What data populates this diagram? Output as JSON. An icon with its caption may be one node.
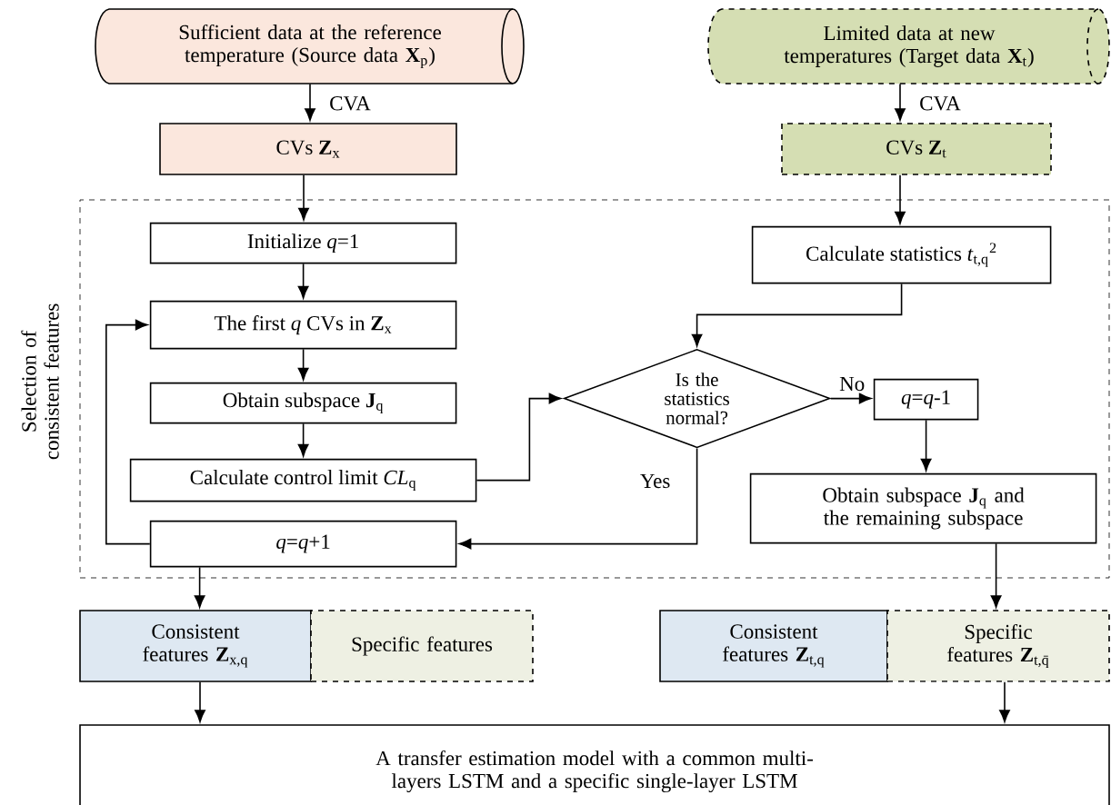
{
  "diagram": {
    "nodes": [
      {
        "text": [
          "Sufficient data at the reference temperature (Source data **X**$_{p}$)"
        ]
      },
      {
        "text": [
          "Limited data at new temperatures (Target data **X**$_{t}$)"
        ]
      },
      {
        "text": [
          "CVs **Z**$_{x}$"
        ]
      },
      {
        "text": [
          "CVs **Z**$_{t}$"
        ]
      },
      {
        "text": [
          "Selection of consistent features"
        ]
      },
      {
        "text": [
          "Initialize *q*=1"
        ],
        "in": 4
      },
      {
        "text": [
          "The first *q* CVs in **Z**$_{x}$"
        ],
        "in": 4
      },
      {
        "text": [
          "Obtain subspace **J**$_{q}$"
        ],
        "in": 4
      },
      {
        "text": [
          "Calculate control limit *CL*$_{q}$"
        ],
        "in": 4
      },
      {
        "text": [
          "*q*=*q*+1"
        ],
        "in": 4
      },
      {
        "text": [
          "Calculate statistics *t*$_{t,q}$$^{2}$"
        ],
        "in": 4
      },
      {
        "text": [
          "Is the statistics normal?"
        ],
        "in": 4
      },
      {
        "text": [
          "*q*=*q*-1"
        ],
        "in": 4
      },
      {
        "text": [
          "Obtain subspace **J**$_{q}$ and the remaining subspace"
        ],
        "in": 4
      },
      {
        "text": [
          "Consistent features **Z**$_{x,q}$"
        ]
      },
      {
        "text": [
          "Specific features"
        ]
      },
      {
        "text": [
          "Consistent features **Z**$_{t,q}$"
        ]
      },
      {
        "text": [
          "Specific features **Z**$_{t,q̄}$"
        ]
      },
      {
        "text": [
          "A transfer estimation model with a common multi-layers LSTM and a specific single-layer LSTM"
        ]
      }
    ],
    "edges": [
      {
        "from": 0,
        "to": 2,
        "arrow": "to",
        "label": "CVA"
      },
      {
        "from": 1,
        "to": 3,
        "arrow": "to",
        "label": "CVA"
      },
      {
        "from": 2,
        "to": 5,
        "arrow": "to"
      },
      {
        "from": 3,
        "to": 10,
        "arrow": "to"
      },
      {
        "from": 5,
        "to": 6,
        "arrow": "to"
      },
      {
        "from": 6,
        "to": 7,
        "arrow": "to"
      },
      {
        "from": 7,
        "to": 8,
        "arrow": "to"
      },
      {
        "from": 8,
        "to": 11,
        "arrow": "to"
      },
      {
        "from": 10,
        "to": 11,
        "arrow": "to"
      },
      {
        "from": 11,
        "to": 12,
        "arrow": "to",
        "label": "No"
      },
      {
        "from": 11,
        "to": 9,
        "arrow": "to",
        "label": "Yes"
      },
      {
        "from": 9,
        "to": 6,
        "arrow": "to"
      },
      {
        "from": 12,
        "to": 13,
        "arrow": "to"
      },
      {
        "from": 9,
        "to": 14,
        "arrow": "to"
      },
      {
        "from": 13,
        "to": 17,
        "arrow": "to"
      },
      {
        "from": 14,
        "to": 18,
        "arrow": "to"
      },
      {
        "from": 17,
        "to": 18,
        "arrow": "to"
      }
    ]
  }
}
